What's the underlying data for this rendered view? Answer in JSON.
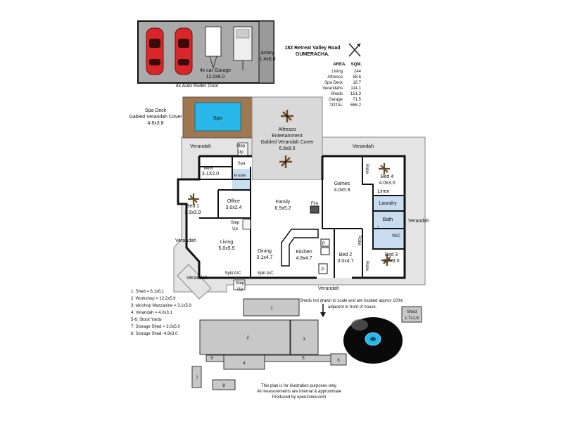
{
  "address": {
    "line1": "182 Retreat Valley Road",
    "line2": "GUMERACHA."
  },
  "area_table": {
    "header_area": "AREA.",
    "header_sqm": "SQM.",
    "rows": [
      {
        "name": "Living",
        "value": "244"
      },
      {
        "name": "Alfresco",
        "value": "58.6"
      },
      {
        "name": "Spa Deck",
        "value": "18.7"
      },
      {
        "name": "Verandahs",
        "value": "114.1"
      },
      {
        "name": "Sheds",
        "value": "151.3"
      },
      {
        "name": "Garage",
        "value": "71.5"
      },
      {
        "name": "TOTAL",
        "value": "658.2"
      }
    ]
  },
  "garage": {
    "name": "4x car Garage",
    "size": "12.0x6.0",
    "door": "4x Auto Roller Door"
  },
  "aviary": {
    "name": "Aviary",
    "size": "1.4x6.0"
  },
  "spa_deck": {
    "line1": "Spa Deck",
    "line2": "Gabled Verandah Cover",
    "size": "4.8x3.8",
    "spa": "Spa"
  },
  "alfresco": {
    "line1": "Alfresco",
    "line2": "Entertainment",
    "line3": "Gabled Verandah Cover",
    "size": "6.6x8.0"
  },
  "rooms": {
    "wir": {
      "name": "WIR",
      "size": "3.1X2.0"
    },
    "spa_room": "Spa",
    "ensuite": "Ensuite",
    "bed1": {
      "name": "Bed 1",
      "size": "3.9x3.9"
    },
    "office": {
      "name": "Office",
      "size": "3.0x2.4"
    },
    "family": {
      "name": "Family",
      "size": "6.9x5.2"
    },
    "games": {
      "name": "Games",
      "size": "4.0x5.9"
    },
    "bed4": {
      "name": "Bed 4",
      "size": "4.0x3.0"
    },
    "linen": "Linen",
    "laundry": "Laundry",
    "bath": "Bath",
    "wc": "W/C",
    "living": {
      "name": "Living",
      "size": "5.0x5.9"
    },
    "dining": {
      "name": "Dining",
      "size": "3.1x4.7"
    },
    "kitchen": {
      "name": "Kitchen",
      "size": "4.8x4.7"
    },
    "bed2": {
      "name": "Bed 2",
      "size": "3.0x4.7"
    },
    "bed3": {
      "name": "Bed 3",
      "size": "4.0x3.0"
    },
    "fire": "Fire",
    "robe": "Robe",
    "split_ac": "Split A/C",
    "step_up": {
      "line1": "Step",
      "line2": "Up"
    },
    "pantry": "P",
    "linen_cup": "L"
  },
  "verandah": "Verandah",
  "sheds_legend": [
    "1: Shed = 6.1x6.1",
    "2: Workshop = 12.2x5.9",
    "3: wk/shop Mezzanine = 3.1x5.9",
    "4: Verandah = 4.0x3.1",
    "5-6: Stock Yards",
    "7: Storage Shed = 3.0x5.0",
    "8: Storage Shed: 4.9x3.0"
  ],
  "sheds_note": {
    "line1": "Sheds not drawn to scale and are located approx 100m",
    "line2": "adjacent to front of house."
  },
  "small_shed": {
    "name": "Shed",
    "size": "1.7x1.8"
  },
  "shed_numbers": [
    "1",
    "2",
    "3",
    "4",
    "5",
    "5",
    "6",
    "7",
    "8"
  ],
  "footer": {
    "line1": "This plan is for illustration purposes only.",
    "line2": "All measurements are internal & approximate",
    "line3": "Produced by open2view.com"
  },
  "colors": {
    "wall": "#111111",
    "verandah": "#e4e4e4",
    "alfresco": "#d9d9d9",
    "deck": "#a07850",
    "spa_water": "#29b6e8",
    "garage_floor": "#aaaaaa",
    "car_red": "#d8262a",
    "wet_area_blue": "#c8ddf0",
    "shed": "#c8c8c8"
  }
}
